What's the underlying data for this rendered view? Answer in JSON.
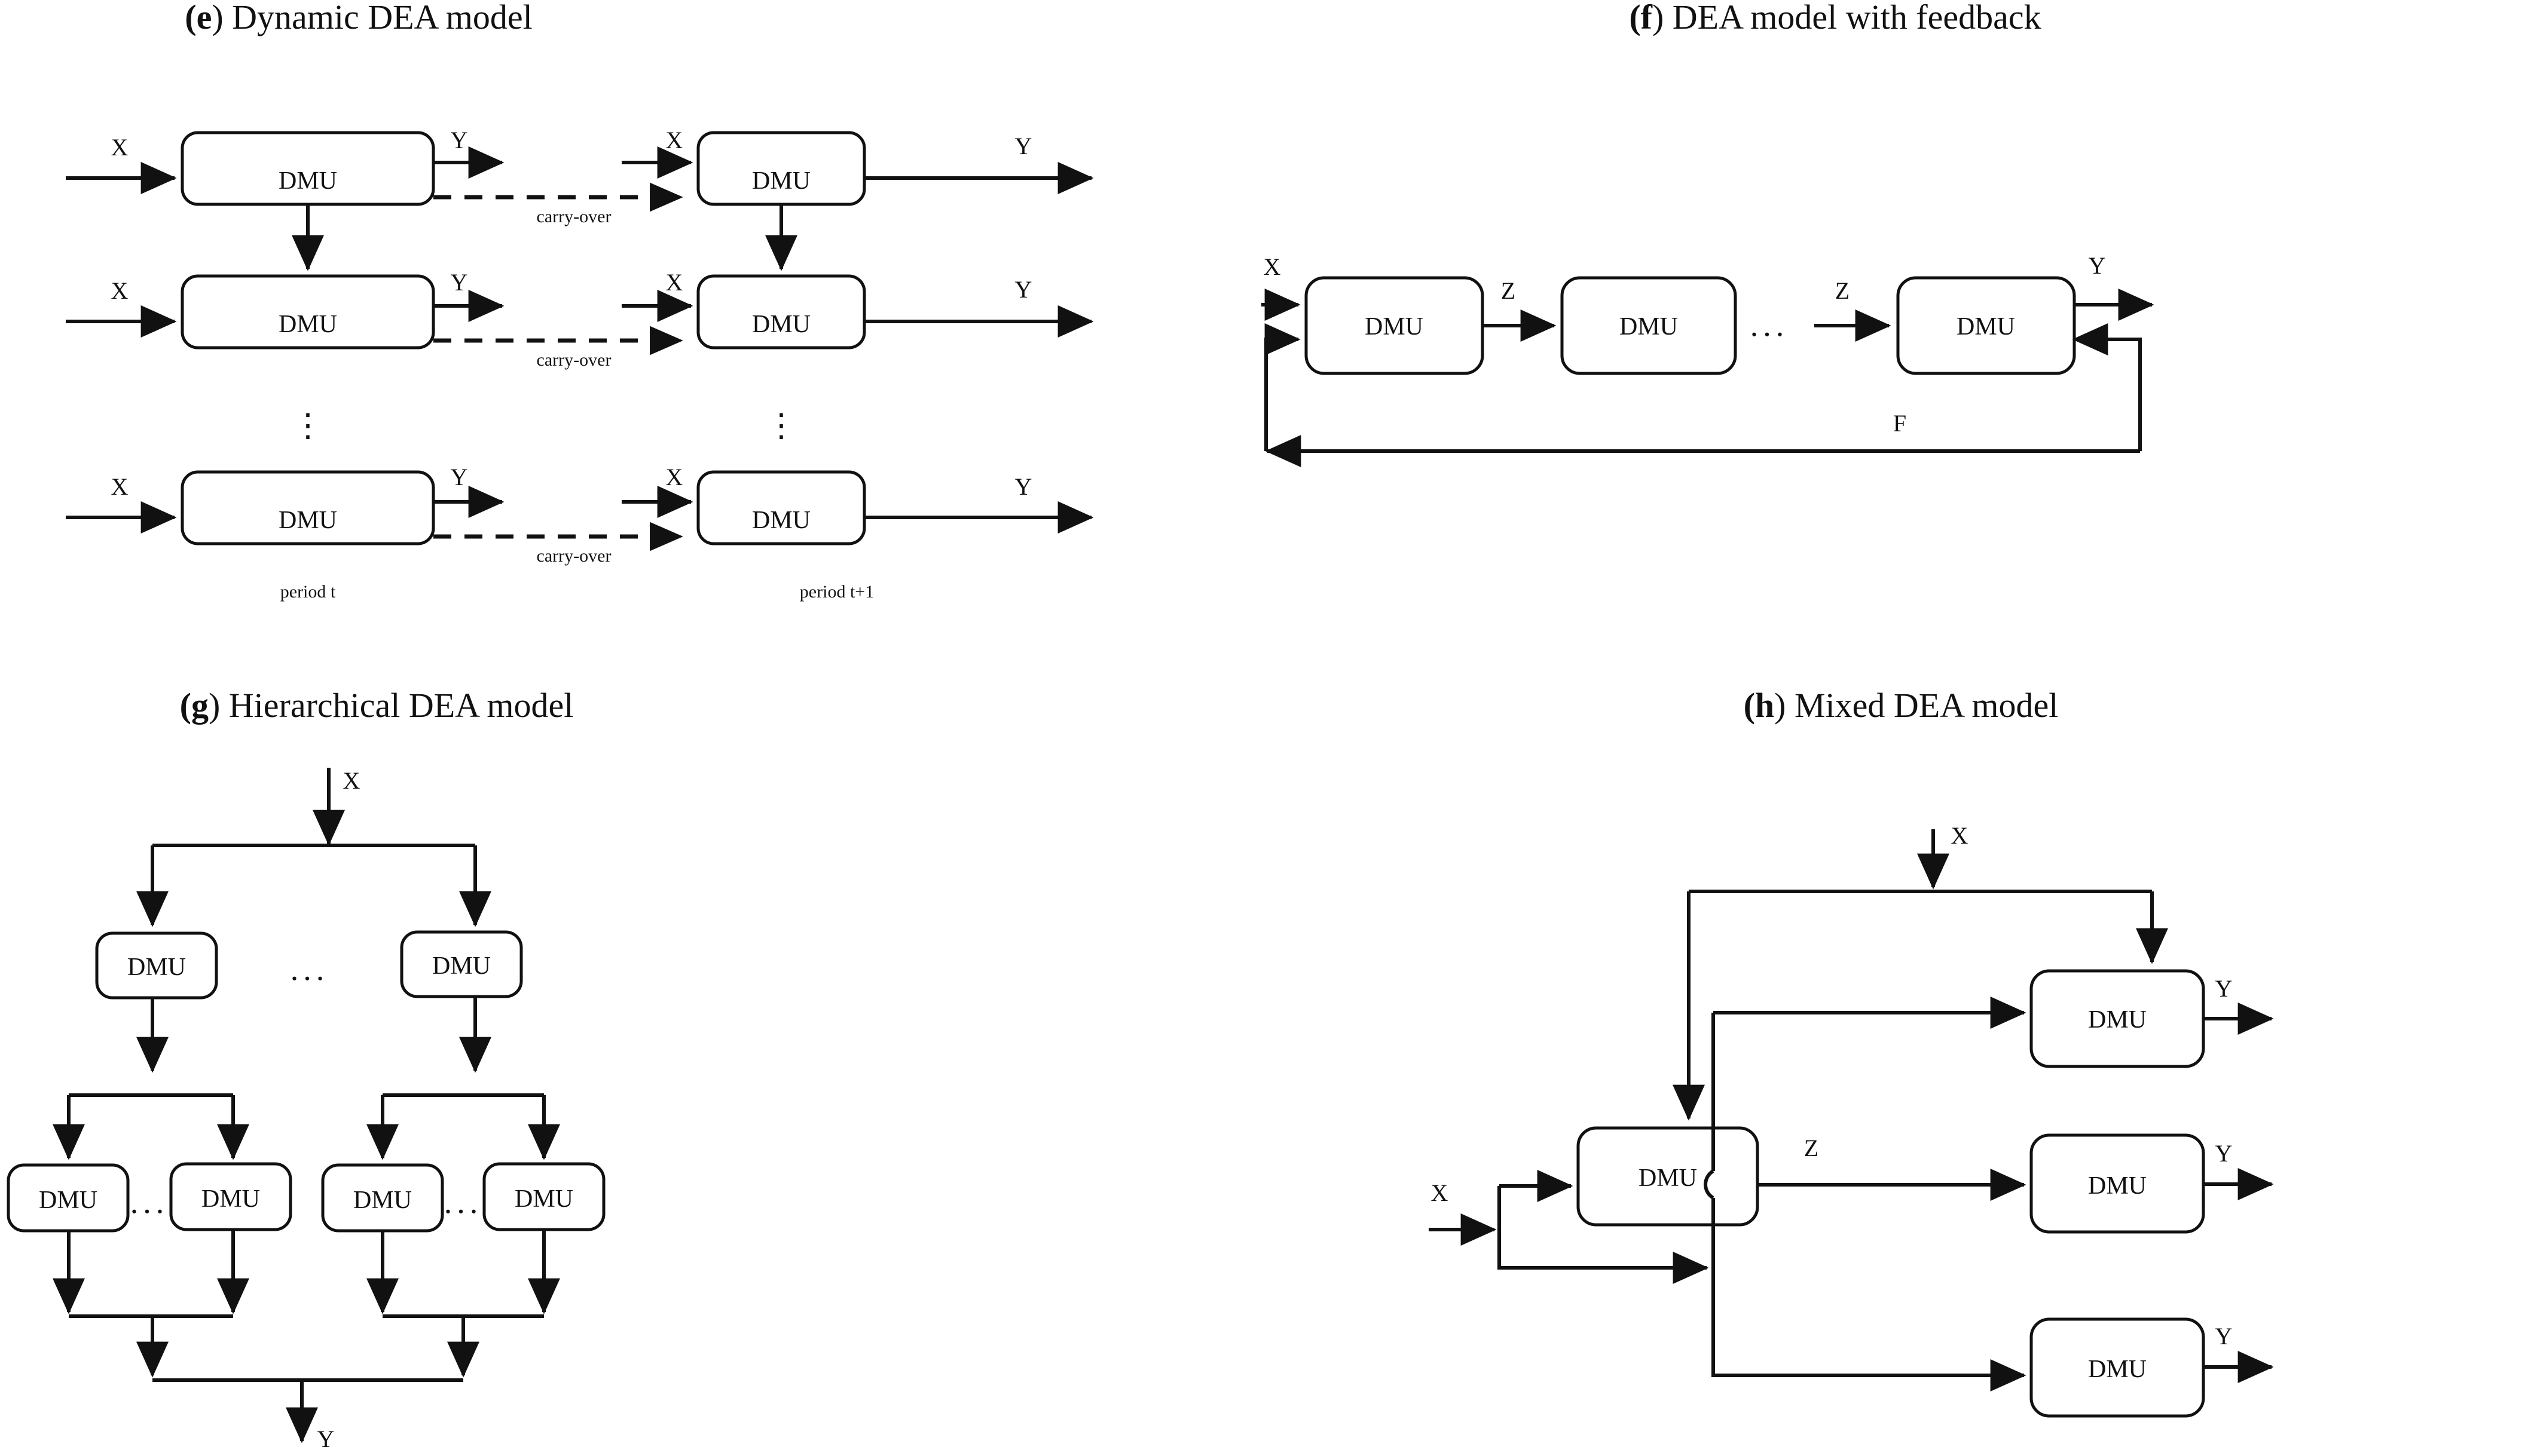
{
  "figure": {
    "background": "#ffffff",
    "ink": "#111111",
    "node_label": "DMU",
    "ellipsis": "...",
    "vertical_ellipsis": "⋮"
  },
  "panels": [
    {
      "id": "e",
      "tag": "e",
      "title_prefix": "(",
      "title_suffix": ") Dynamic DEA model",
      "title_full": "(e) Dynamic DEA model",
      "title_text": ") Dynamic DEA model",
      "nodes": [
        {
          "label": "DMU"
        },
        {
          "label": "DMU"
        },
        {
          "label": "DMU"
        },
        {
          "label": "DMU"
        },
        {
          "label": "DMU"
        },
        {
          "label": "DMU"
        }
      ],
      "edge_labels": {
        "input": "X",
        "output": "Y",
        "carry_over": "carry-over"
      },
      "period_left": "period t",
      "period_right": "period t+1",
      "carry_over_count": 3,
      "rows": 3
    },
    {
      "id": "f",
      "tag": "f",
      "title_full": "(f) DEA model with feedback",
      "title_text": ") DEA model with feedback",
      "nodes": [
        {
          "label": "DMU"
        },
        {
          "label": "DMU"
        },
        {
          "label": "DMU"
        }
      ],
      "edge_labels": {
        "input": "X",
        "intermediate_1": "Z",
        "intermediate_2": "Z",
        "output": "Y",
        "feedback": "F"
      },
      "ellipsis": "..."
    },
    {
      "id": "g",
      "tag": "g",
      "title_full": "(g) Hierarchical DEA model",
      "title_text": ") Hierarchical DEA model",
      "edge_labels": {
        "input": "X",
        "output": "Y"
      },
      "level1": [
        {
          "label": "DMU"
        },
        {
          "label": "DMU"
        }
      ],
      "level2": [
        {
          "label": "DMU"
        },
        {
          "label": "DMU"
        },
        {
          "label": "DMU"
        },
        {
          "label": "DMU"
        }
      ],
      "ellipses": [
        "...",
        "...",
        "..."
      ]
    },
    {
      "id": "h",
      "tag": "h",
      "title_full": "(h) Mixed DEA model",
      "title_text": ") Mixed DEA model",
      "nodes": [
        {
          "label": "DMU"
        },
        {
          "label": "DMU"
        },
        {
          "label": "DMU"
        },
        {
          "label": "DMU"
        }
      ],
      "edge_labels": {
        "input_top": "X",
        "input_left": "X",
        "intermediate": "Z",
        "output_1": "Y",
        "output_2": "Y",
        "output_3": "Y"
      }
    }
  ]
}
